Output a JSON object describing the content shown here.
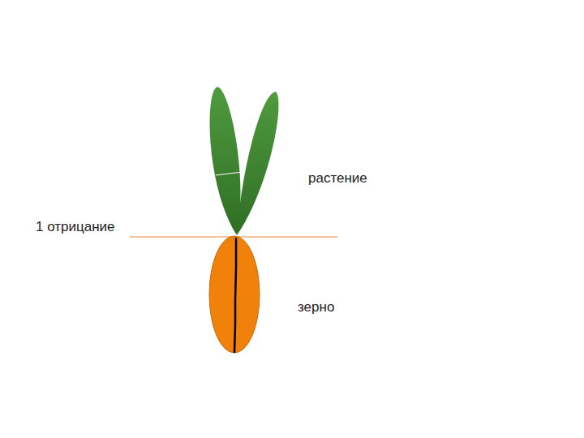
{
  "diagram": {
    "labels": [
      "растение",
      "1 отрицание",
      "зерно"
    ]
  }
}
